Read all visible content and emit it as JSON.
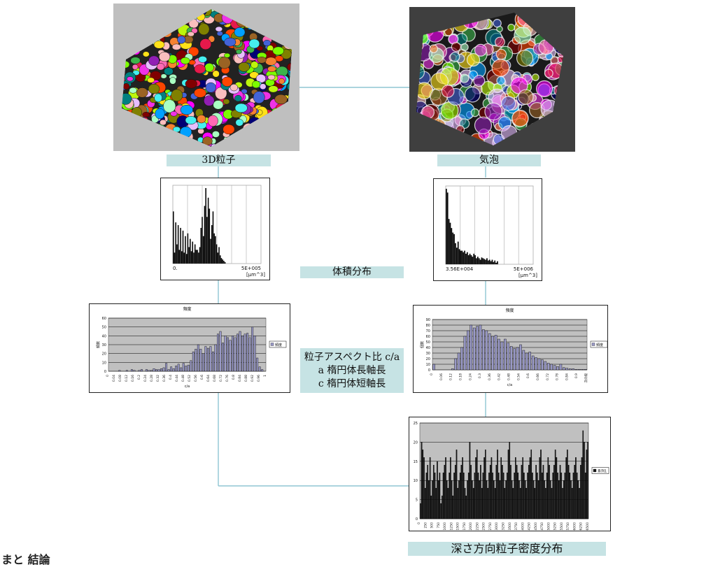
{
  "labels": {
    "particle3d": "3D粒子",
    "bubble": "気泡",
    "volume": "体積分布",
    "aspect_lines": [
      "粒子アスペクト比 c/a",
      "a 楕円体長軸長",
      "c 楕円体短軸長"
    ],
    "depth": "深さ方向粒子密度分布"
  },
  "bottom_partial_text": "まと 結論",
  "colors": {
    "label_bg": "#c6e3e4",
    "connector": "#8fc6d3",
    "plot_bg": "#c0c0c0"
  },
  "charts": {
    "volume_left": {
      "x_start": "0.",
      "x_end": "5E+005",
      "unit": "[µm^3]",
      "values": [
        38,
        8,
        30,
        14,
        28,
        10,
        26,
        9,
        24,
        8,
        20,
        7,
        22,
        12,
        18,
        9,
        16,
        8,
        14,
        10,
        10,
        8,
        12,
        26,
        34,
        20,
        42,
        55,
        34,
        48,
        40,
        18,
        28,
        38,
        22,
        20,
        14,
        8,
        12,
        6,
        4,
        3,
        2,
        1
      ]
    },
    "volume_right": {
      "x_start": "3.56E+004",
      "x_end": "5E+006",
      "unit": "[µm^3]",
      "values": [
        100,
        95,
        60,
        55,
        48,
        42,
        40,
        28,
        22,
        30,
        20,
        18,
        18,
        16,
        18,
        14,
        16,
        12,
        14,
        12,
        10,
        14,
        12,
        8,
        10,
        8,
        6,
        9,
        8,
        7,
        6,
        8,
        5,
        6,
        4,
        6,
        3,
        5,
        2,
        4
      ]
    },
    "aspect_left": {
      "title": "頻度",
      "legend": "頻度",
      "ylabel": "頻数",
      "xlabel": "c/a",
      "yticks": [
        "0",
        "10",
        "20",
        "30",
        "40",
        "50",
        "60"
      ],
      "xticks": [
        "0",
        "0.04",
        "0.08",
        "0.12",
        "0.16",
        "0.2",
        "0.24",
        "0.28",
        "0.32",
        "0.36",
        "0.4",
        "0.44",
        "0.48",
        "0.52",
        "0.56",
        "0.6",
        "0.64",
        "0.68",
        "0.72",
        "0.76",
        "0.8",
        "0.84",
        "0.88",
        "0.92",
        "0.96",
        "1"
      ],
      "ylim": [
        0,
        60
      ],
      "values": [
        0,
        0,
        0,
        0,
        1,
        0,
        0,
        1,
        0,
        2,
        1,
        0,
        1,
        2,
        0,
        2,
        1,
        1,
        3,
        2,
        2,
        3,
        4,
        9,
        2,
        5,
        3,
        6,
        8,
        4,
        9,
        6,
        7,
        12,
        22,
        25,
        30,
        25,
        20,
        28,
        26,
        28,
        22,
        30,
        42,
        45,
        32,
        40,
        38,
        35,
        40,
        38,
        42,
        45,
        40,
        42,
        43,
        38,
        50,
        40,
        15,
        5,
        2,
        0
      ]
    },
    "aspect_right": {
      "title": "頻度",
      "legend": "頻度",
      "ylabel": "個数",
      "xlabel": "c/a",
      "yticks": [
        "0",
        "10",
        "20",
        "30",
        "40",
        "50",
        "60",
        "70",
        "80",
        "90"
      ],
      "xticks": [
        "0",
        "0.06",
        "0.12",
        "0.18",
        "0.24",
        "0.3",
        "0.36",
        "0.42",
        "0.48",
        "0.54",
        "0.6",
        "0.66",
        "0.72",
        "0.78",
        "0.84",
        "0.9",
        "次の級"
      ],
      "ylim": [
        0,
        90
      ],
      "values": [
        10,
        0,
        0,
        0,
        0,
        0,
        2,
        20,
        30,
        40,
        60,
        70,
        80,
        75,
        78,
        80,
        72,
        70,
        65,
        60,
        62,
        55,
        50,
        55,
        48,
        42,
        38,
        40,
        45,
        35,
        30,
        32,
        25,
        22,
        20,
        18,
        15,
        12,
        10,
        8,
        6,
        10,
        4,
        3,
        2,
        2,
        1,
        1,
        1,
        1
      ]
    },
    "depth": {
      "legend": "系列1",
      "yticks": [
        "0",
        "5",
        "10",
        "15",
        "20",
        "25"
      ],
      "xticks": [
        "0",
        "250",
        "500",
        "750",
        "1000",
        "1250",
        "1500",
        "1750",
        "2000",
        "2250",
        "2500",
        "2750",
        "3000",
        "3250",
        "3500",
        "3750",
        "4000",
        "4250",
        "4500",
        "4750",
        "5000",
        "5250",
        "5500",
        "5750",
        "6000",
        "6250",
        "6500"
      ],
      "ylim": [
        0,
        25
      ],
      "values": [
        4,
        20,
        18,
        16,
        8,
        12,
        14,
        10,
        16,
        6,
        10,
        14,
        12,
        8,
        15,
        10,
        12,
        4,
        6,
        12,
        14,
        16,
        10,
        8,
        12,
        16,
        10,
        6,
        12,
        14,
        18,
        8,
        10,
        12,
        14,
        16,
        12,
        8,
        6,
        10,
        12,
        20,
        14,
        10,
        8,
        12,
        16,
        18,
        12,
        10,
        14,
        8,
        12,
        16,
        18,
        10,
        8,
        12,
        14,
        16,
        12,
        10,
        8,
        14,
        18,
        12,
        10,
        16,
        14,
        12,
        8,
        10,
        12,
        18,
        20,
        14,
        10,
        8,
        12,
        16,
        14,
        12,
        10,
        8,
        14,
        16,
        12,
        10,
        8,
        12,
        14,
        16,
        18,
        12,
        10,
        8,
        14,
        12,
        10,
        16,
        18,
        12,
        14,
        10,
        8,
        12,
        16,
        14,
        10,
        8,
        12,
        14,
        18,
        16,
        12,
        10,
        14,
        12,
        8,
        10,
        12,
        16,
        18,
        14,
        12,
        10,
        8,
        12,
        14,
        16,
        12,
        10,
        8,
        14,
        16,
        23,
        20,
        12,
        18,
        20
      ]
    }
  }
}
